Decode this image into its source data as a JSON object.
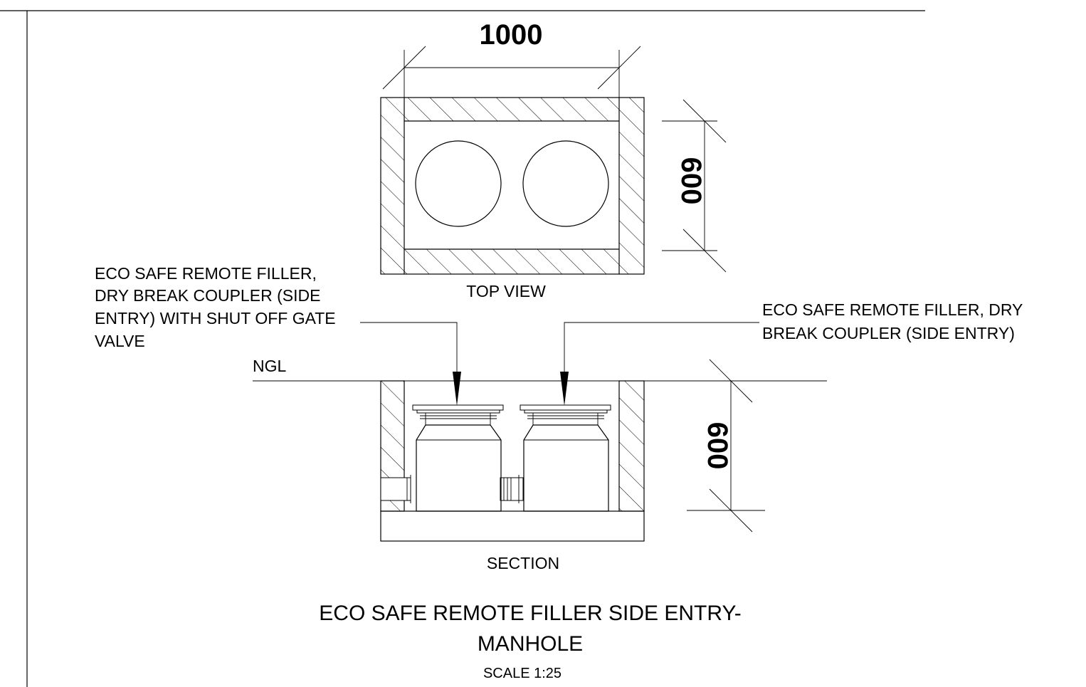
{
  "dimensions": {
    "top_width": "1000",
    "top_depth": "600",
    "section_depth": "600"
  },
  "labels": {
    "top_view": "TOP VIEW",
    "section": "SECTION",
    "ngl": "NGL",
    "left_callout": [
      "ECO SAFE REMOTE FILLER,",
      "DRY BREAK COUPLER (SIDE",
      "ENTRY) WITH SHUT OFF GATE",
      "VALVE"
    ],
    "right_callout": [
      "ECO SAFE REMOTE FILLER, DRY",
      "BREAK COUPLER (SIDE ENTRY)"
    ]
  },
  "title": {
    "line1": "ECO SAFE REMOTE FILLER SIDE ENTRY-",
    "line2": "MANHOLE",
    "scale": "SCALE 1:25"
  }
}
